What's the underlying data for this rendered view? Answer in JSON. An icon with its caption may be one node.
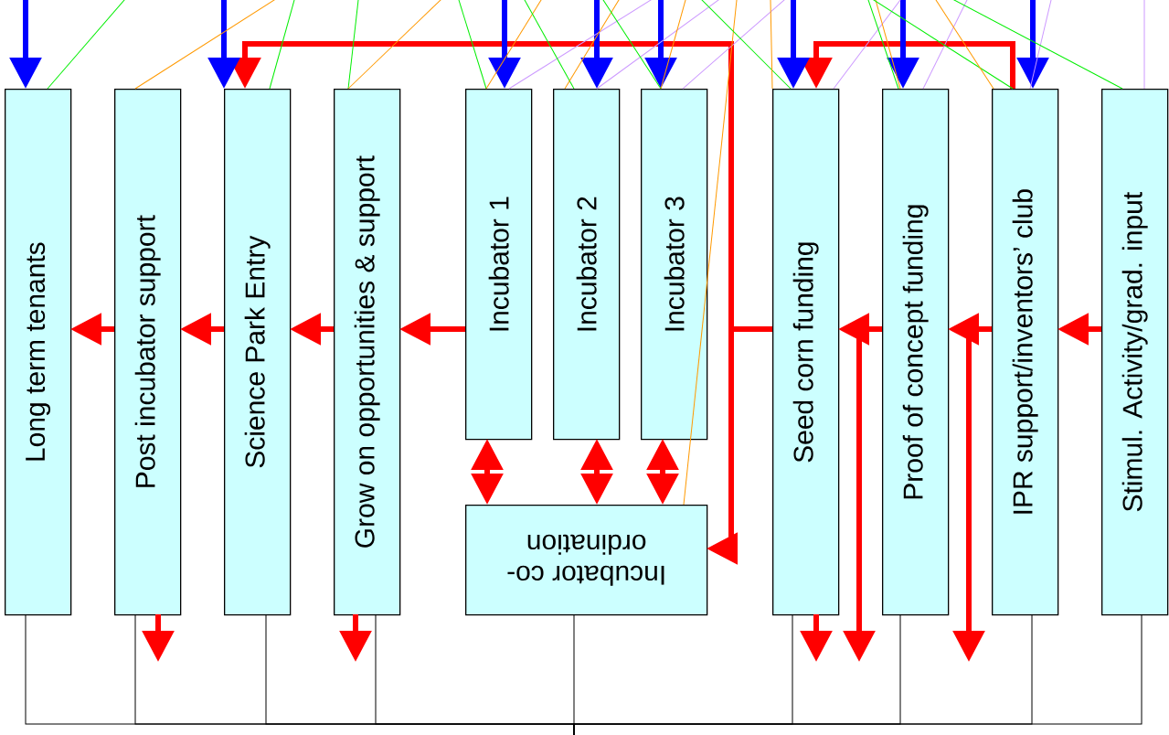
{
  "diagram": {
    "nodes": [
      {
        "text": [
          "Long term tenants"
        ]
      },
      {
        "text": [
          "Post incubator support"
        ]
      },
      {
        "text": [
          "Science Park Entry"
        ]
      },
      {
        "text": [
          "Grow on opportunities & support"
        ]
      },
      {
        "text": [
          "Incubator 1"
        ]
      },
      {
        "text": [
          "Incubator 2"
        ]
      },
      {
        "text": [
          "Incubator 3"
        ]
      },
      {
        "text": [
          "Incubator co- ordination"
        ]
      },
      {
        "text": [
          "Seed corn funding"
        ]
      },
      {
        "text": [
          "Proof of concept funding"
        ]
      },
      {
        "text": [
          "IPR support/inventors’ club"
        ]
      },
      {
        "text": [
          "Stimul. Activity/grad. input"
        ]
      }
    ],
    "edges": [
      {
        "from": 11,
        "to": 10,
        "arrow": "to",
        "style": "thick",
        "color": "#ff0000"
      },
      {
        "from": 10,
        "to": 9,
        "arrow": "to",
        "style": "thick",
        "color": "#ff0000"
      },
      {
        "from": 9,
        "to": 8,
        "arrow": "to",
        "style": "thick",
        "color": "#ff0000"
      },
      {
        "from": 10,
        "to": 8,
        "arrow": "to",
        "style": "thick",
        "color": "#ff0000"
      },
      {
        "from": 8,
        "to": 2,
        "arrow": "to",
        "style": "thick",
        "color": "#ff0000"
      },
      {
        "from": 8,
        "to": 7,
        "arrow": "to",
        "style": "thick",
        "color": "#ff0000"
      },
      {
        "from": 4,
        "to": 3,
        "arrow": "to",
        "style": "thick",
        "color": "#ff0000"
      },
      {
        "from": 3,
        "to": 2,
        "arrow": "to",
        "style": "thick",
        "color": "#ff0000"
      },
      {
        "from": 2,
        "to": 1,
        "arrow": "to",
        "style": "thick",
        "color": "#ff0000"
      },
      {
        "from": 1,
        "to": 0,
        "arrow": "to",
        "style": "thick",
        "color": "#ff0000"
      },
      {
        "from": 4,
        "to": 7,
        "arrow": "both",
        "style": "thick",
        "color": "#ff0000"
      },
      {
        "from": 5,
        "to": 7,
        "arrow": "both",
        "style": "thick",
        "color": "#ff0000"
      },
      {
        "from": 6,
        "to": 7,
        "arrow": "both",
        "style": "thick",
        "color": "#ff0000"
      },
      {
        "from": 1,
        "to": null,
        "arrow": "to",
        "style": "thick",
        "color": "#ff0000"
      },
      {
        "from": 3,
        "to": null,
        "arrow": "to",
        "style": "thick",
        "color": "#ff0000"
      },
      {
        "from": 8,
        "to": null,
        "arrow": "to",
        "style": "thick",
        "color": "#ff0000"
      },
      {
        "from": 9,
        "to": null,
        "arrow": "to",
        "style": "thick",
        "color": "#ff0000"
      },
      {
        "from": 10,
        "to": null,
        "arrow": "to",
        "style": "thick",
        "color": "#ff0000"
      },
      {
        "from": null,
        "to": 0,
        "arrow": "to",
        "style": "thick",
        "color": "#0000ff"
      },
      {
        "from": null,
        "to": 2,
        "arrow": "to",
        "style": "thick",
        "color": "#0000ff"
      },
      {
        "from": null,
        "to": 4,
        "arrow": "to",
        "style": "thick",
        "color": "#0000ff"
      },
      {
        "from": null,
        "to": 5,
        "arrow": "to",
        "style": "thick",
        "color": "#0000ff"
      },
      {
        "from": null,
        "to": 6,
        "arrow": "to",
        "style": "thick",
        "color": "#0000ff"
      },
      {
        "from": null,
        "to": 8,
        "arrow": "to",
        "style": "thick",
        "color": "#0000ff"
      },
      {
        "from": null,
        "to": 9,
        "arrow": "to",
        "style": "thick",
        "color": "#0000ff"
      },
      {
        "from": null,
        "to": 10,
        "arrow": "to",
        "style": "thick",
        "color": "#0000ff"
      },
      {
        "from": null,
        "to": 0,
        "arrow": "none",
        "color": "#00ee00"
      },
      {
        "from": null,
        "to": 1,
        "arrow": "none",
        "color": "#ff9900"
      },
      {
        "from": null,
        "to": 2,
        "arrow": "none",
        "color": "#00ee00"
      },
      {
        "from": null,
        "to": 3,
        "arrow": "none",
        "color": "#00ee00"
      },
      {
        "from": null,
        "to": 3,
        "arrow": "none",
        "color": "#ff9900"
      },
      {
        "from": null,
        "to": 4,
        "arrow": "none",
        "color": "#00ee00"
      },
      {
        "from": null,
        "to": 4,
        "arrow": "none",
        "color": "#ff9900"
      },
      {
        "from": null,
        "to": 4,
        "arrow": "none",
        "color": "#cc99ff"
      },
      {
        "from": null,
        "to": 5,
        "arrow": "none",
        "color": "#00ee00"
      },
      {
        "from": null,
        "to": 5,
        "arrow": "none",
        "color": "#ff9900"
      },
      {
        "from": null,
        "to": 5,
        "arrow": "none",
        "color": "#cc99ff"
      },
      {
        "from": null,
        "to": 6,
        "arrow": "none",
        "color": "#00ee00"
      },
      {
        "from": null,
        "to": 6,
        "arrow": "none",
        "color": "#ff9900"
      },
      {
        "from": null,
        "to": 6,
        "arrow": "none",
        "color": "#cc99ff"
      },
      {
        "from": null,
        "to": 7,
        "arrow": "none",
        "color": "#ff9900"
      },
      {
        "from": null,
        "to": 8,
        "arrow": "none",
        "color": "#00ee00"
      },
      {
        "from": null,
        "to": 8,
        "arrow": "none",
        "color": "#ff9900"
      },
      {
        "from": null,
        "to": 8,
        "arrow": "none",
        "color": "#cc99ff"
      },
      {
        "from": null,
        "to": 9,
        "arrow": "none",
        "color": "#00ee00"
      },
      {
        "from": null,
        "to": 9,
        "arrow": "none",
        "color": "#ff9900"
      },
      {
        "from": null,
        "to": 9,
        "arrow": "none",
        "color": "#cc99ff"
      },
      {
        "from": null,
        "to": 10,
        "arrow": "none",
        "color": "#00ee00"
      },
      {
        "from": null,
        "to": 10,
        "arrow": "none",
        "color": "#ff9900"
      },
      {
        "from": null,
        "to": 10,
        "arrow": "none",
        "color": "#cc99ff"
      },
      {
        "from": null,
        "to": 11,
        "arrow": "none",
        "color": "#00ee00"
      },
      {
        "from": null,
        "to": 11,
        "arrow": "none",
        "color": "#cc99ff"
      },
      {
        "from": 0,
        "to": null,
        "arrow": "none",
        "color": "#000000"
      },
      {
        "from": 1,
        "to": null,
        "arrow": "none",
        "color": "#000000"
      },
      {
        "from": 2,
        "to": null,
        "arrow": "none",
        "color": "#000000"
      },
      {
        "from": 3,
        "to": null,
        "arrow": "none",
        "color": "#000000"
      },
      {
        "from": 7,
        "to": null,
        "arrow": "none",
        "color": "#000000"
      },
      {
        "from": 8,
        "to": null,
        "arrow": "none",
        "color": "#000000"
      },
      {
        "from": 9,
        "to": null,
        "arrow": "none",
        "color": "#000000"
      },
      {
        "from": 10,
        "to": null,
        "arrow": "none",
        "color": "#000000"
      },
      {
        "from": 11,
        "to": null,
        "arrow": "none",
        "color": "#000000"
      }
    ]
  }
}
